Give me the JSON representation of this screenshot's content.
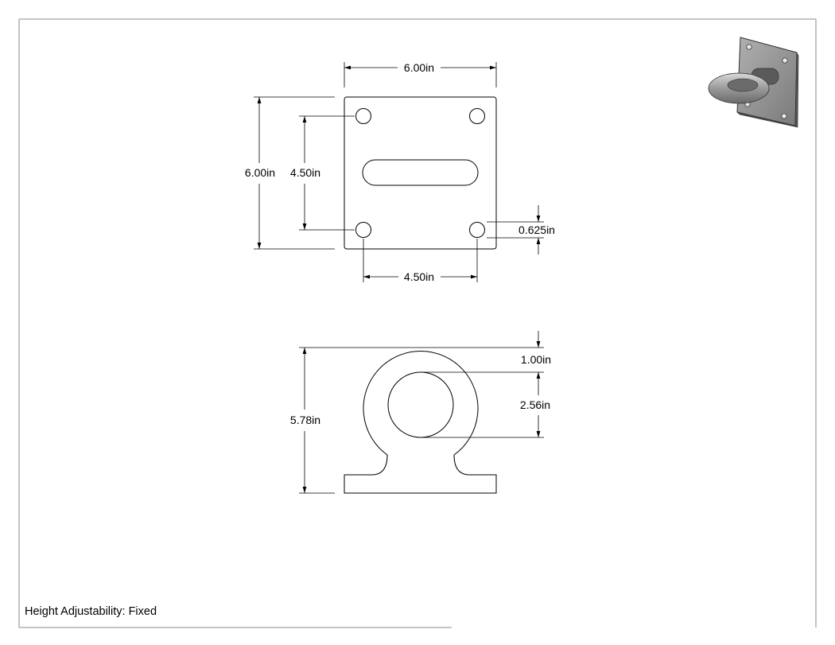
{
  "top_view": {
    "width_label": "6.00in",
    "height_label": "6.00in",
    "hole_spacing_vertical_label": "4.50in",
    "hole_spacing_horizontal_label": "4.50in",
    "hole_diameter_label": "0.625in"
  },
  "front_view": {
    "ring_thickness_label": "1.00in",
    "ring_inner_diameter_label": "2.56in",
    "overall_height_label": "5.78in"
  },
  "notes": {
    "height_adjustability": "Height Adjustability: Fixed"
  },
  "colors": {
    "line": "#000000",
    "border": "#888888",
    "part_shade": "#8c8c8c"
  }
}
